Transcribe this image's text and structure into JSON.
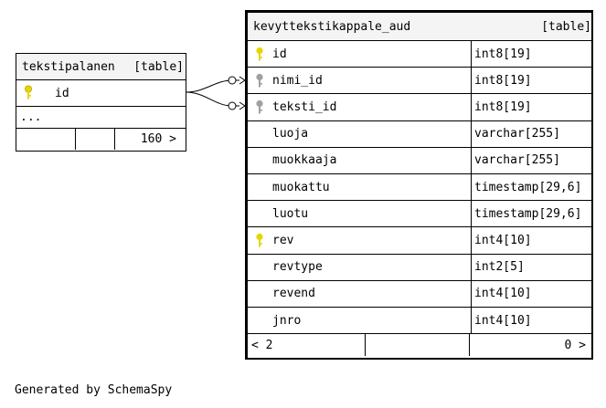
{
  "left_table": {
    "name": "tekstipalanen",
    "tag": "[table]",
    "columns": [
      {
        "name": "id",
        "key": "primary"
      }
    ],
    "more": "...",
    "footer": {
      "children": "160 >"
    }
  },
  "right_table": {
    "name": "kevyttekstikappale_aud",
    "tag": "[table]",
    "columns": [
      {
        "name": "id",
        "type": "int8[19]",
        "key": "primary"
      },
      {
        "name": "nimi_id",
        "type": "int8[19]",
        "key": "foreign"
      },
      {
        "name": "teksti_id",
        "type": "int8[19]",
        "key": "foreign"
      },
      {
        "name": "luoja",
        "type": "varchar[255]",
        "key": ""
      },
      {
        "name": "muokkaaja",
        "type": "varchar[255]",
        "key": ""
      },
      {
        "name": "muokattu",
        "type": "timestamp[29,6]",
        "key": ""
      },
      {
        "name": "luotu",
        "type": "timestamp[29,6]",
        "key": ""
      },
      {
        "name": "rev",
        "type": "int4[10]",
        "key": "primary"
      },
      {
        "name": "revtype",
        "type": "int2[5]",
        "key": ""
      },
      {
        "name": "revend",
        "type": "int4[10]",
        "key": ""
      },
      {
        "name": "jnro",
        "type": "int4[10]",
        "key": ""
      }
    ],
    "footer": {
      "parents": "< 2",
      "children": "0 >"
    }
  },
  "footer_text": "Generated by SchemaSpy",
  "colors": {
    "primary_key": "#e8d400",
    "foreign_key": "#a0a0a0",
    "header_bg": "#f4f4f4"
  }
}
